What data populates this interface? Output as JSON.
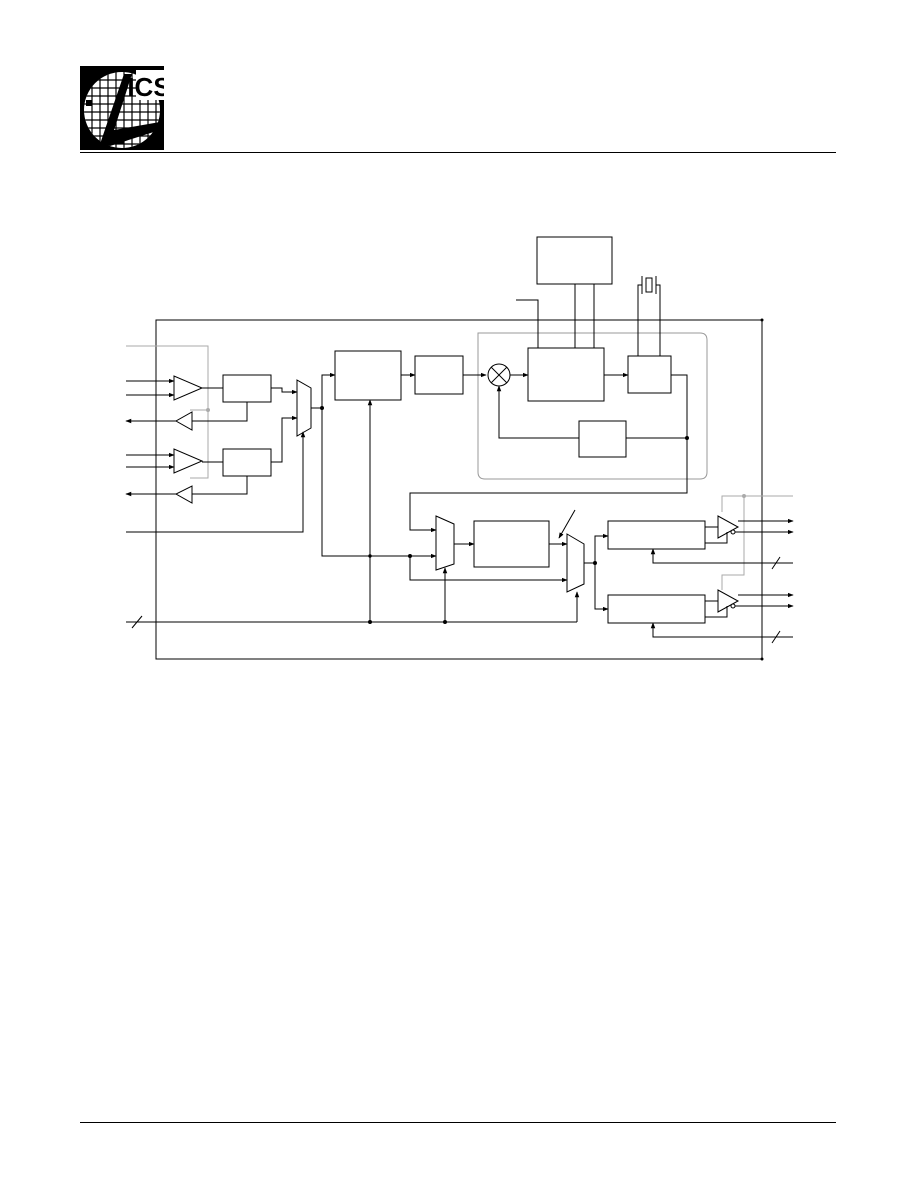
{
  "logo": {
    "text": "ICS",
    "icon": "ics-logo-icon"
  },
  "diagram": {
    "blocks": [
      "input-buffer-a",
      "input-buffer-b",
      "divider-block",
      "prescaler-block",
      "vco-block",
      "crystal-block",
      "feedback-block",
      "pll-block",
      "output-divider-a",
      "output-divider-b"
    ],
    "colors": {
      "line": "#000000",
      "boundary": "#999999"
    }
  }
}
